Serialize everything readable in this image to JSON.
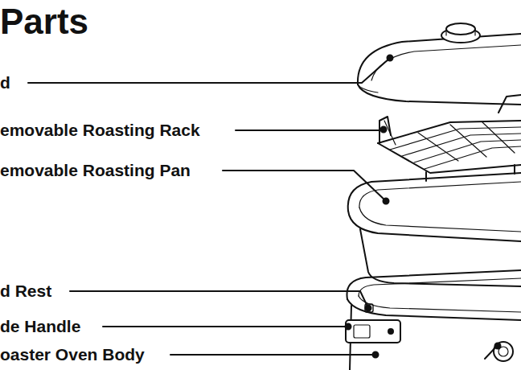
{
  "diagram": {
    "title": "Parts",
    "labels": [
      "d",
      "emovable Roasting Rack",
      "emovable Roasting Pan",
      "d Rest",
      "de Handle",
      "oaster Oven Body"
    ]
  }
}
